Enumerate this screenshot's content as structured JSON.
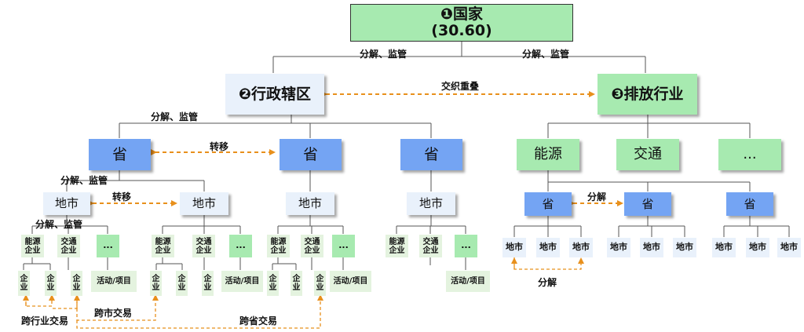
{
  "top": {
    "line1": "❶国家",
    "line2": "(30.60)"
  },
  "level2": {
    "admin": "❷行政辖区",
    "industry": "❸排放行业"
  },
  "relations": {
    "decompose_supervise": "分解、监管",
    "overlap": "交织重叠",
    "transfer": "转移",
    "decompose": "分解",
    "cross_industry": "跨行业交易",
    "cross_city": "跨市交易",
    "cross_province": "跨省交易"
  },
  "labels": {
    "province": "省",
    "city": "地市",
    "energy": "能源",
    "transport": "交通",
    "ellipsis": "...",
    "energy_ent": "能源企业",
    "transport_ent": "交通企业",
    "enterprise": "企业",
    "activity": "活动/项目"
  },
  "colors": {
    "green": "#a7eab0",
    "blue": "#74a4f3",
    "pale_blue": "#e9f1fb",
    "pale_green": "#e4f3df",
    "orange": "#e8901c"
  }
}
